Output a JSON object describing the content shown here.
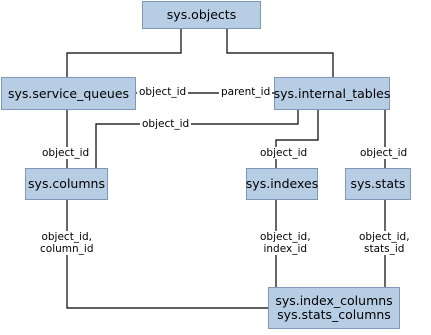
{
  "tables": {
    "sys_objects": "sys.objects",
    "service_queues": "sys.service_queues",
    "internal_tables": "sys.internal_tables",
    "columns": "sys.columns",
    "indexes": "sys.indexes",
    "stats": "sys.stats",
    "index_columns": "sys.index_columns",
    "stats_columns": "sys.stats_columns"
  },
  "labels": {
    "queues_to_internal_left": "object_id",
    "queues_to_internal_right": "parent_id",
    "internal_to_columns": "object_id",
    "queues_to_columns": "object_id",
    "internal_to_indexes": "object_id",
    "internal_to_stats": "object_id",
    "columns_to_bottom_1": "object_id,",
    "columns_to_bottom_2": "column_id",
    "indexes_to_bottom_1": "object_id,",
    "indexes_to_bottom_2": "index_id",
    "stats_to_bottom_1": "object_id,",
    "stats_to_bottom_2": "stats_id"
  },
  "colors": {
    "box_fill": "#b7cde4",
    "box_border": "#7d98b8",
    "connector": "#000000"
  }
}
